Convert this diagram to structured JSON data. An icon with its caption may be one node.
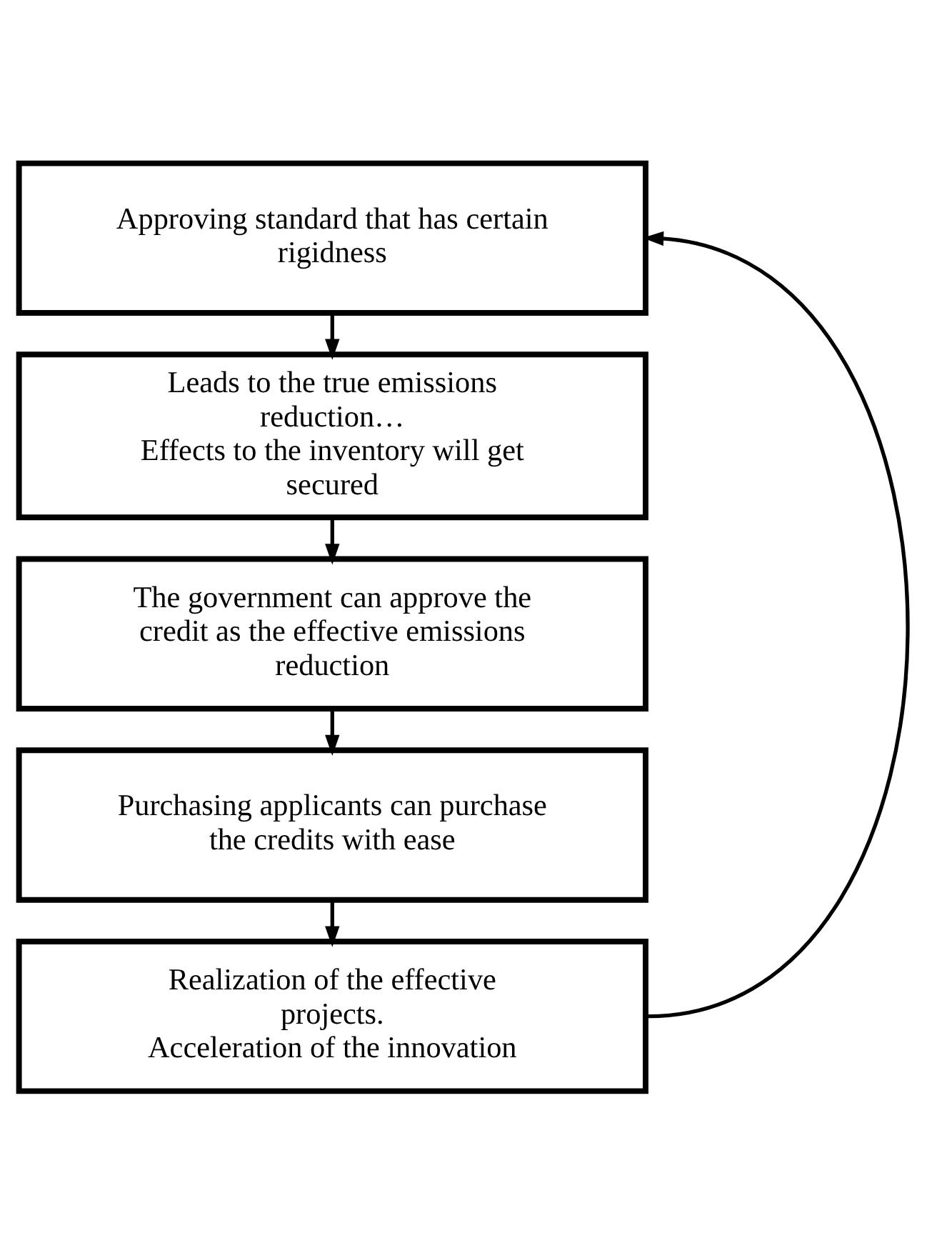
{
  "diagram": {
    "nodes": [
      {
        "text": [
          "Approving standard that has certain rigidness"
        ]
      },
      {
        "text": [
          "Leads to the true emissions reduction…",
          "Effects to the inventory will get secured"
        ]
      },
      {
        "text": [
          "The government can approve the credit as the effective emissions reduction"
        ]
      },
      {
        "text": [
          "Purchasing applicants can purchase the credits with ease"
        ]
      },
      {
        "text": [
          "Realization of the effective projects.",
          "Acceleration of the innovation"
        ]
      }
    ],
    "edges": [
      {
        "from": 0,
        "to": 1,
        "arrow": "to"
      },
      {
        "from": 1,
        "to": 2,
        "arrow": "to"
      },
      {
        "from": 2,
        "to": 3,
        "arrow": "to"
      },
      {
        "from": 3,
        "to": 4,
        "arrow": "to"
      },
      {
        "from": 4,
        "to": 0,
        "arrow": "to"
      }
    ]
  }
}
